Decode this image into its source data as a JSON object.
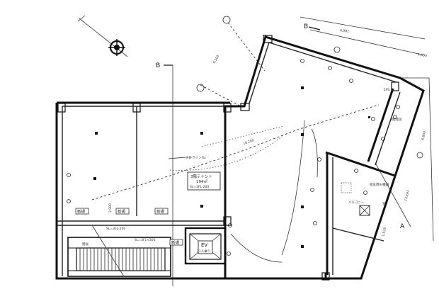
{
  "labels": {
    "section_marker_top": "B",
    "section_marker_left": "B",
    "section_marker_right": "A",
    "dim_top_right": "6,982",
    "dim_top_right_b": "1,650",
    "dim_left_vertical": "4,500",
    "dim_right_vertical": "6,800",
    "dim_right_vertical_b": "13,193",
    "dim_right_bottom": "1,933",
    "dim_diagonal": "16,200",
    "dim_small_vertical": "2,900",
    "tenant_label_1": "3階テナント",
    "tenant_label_2": "194㎡",
    "tenant_label_3": "SL=3FL-200",
    "ceiling_line_label": "天井ラインFix",
    "new_col_1": "新規",
    "new_col_2": "新規",
    "new_col_3": "新規",
    "new_col_4": "新規",
    "ev_line_1": "EV",
    "ev_line_2": "11人乗り",
    "balcony_label": "バルコニー",
    "machine_label": "給気用IH機器",
    "exhaust_label": "EPS",
    "sl_label_a": "SL=3FL+200",
    "sl_label_b": "SL=3FL-200",
    "window_label": "窓",
    "stair_label": "階段"
  }
}
